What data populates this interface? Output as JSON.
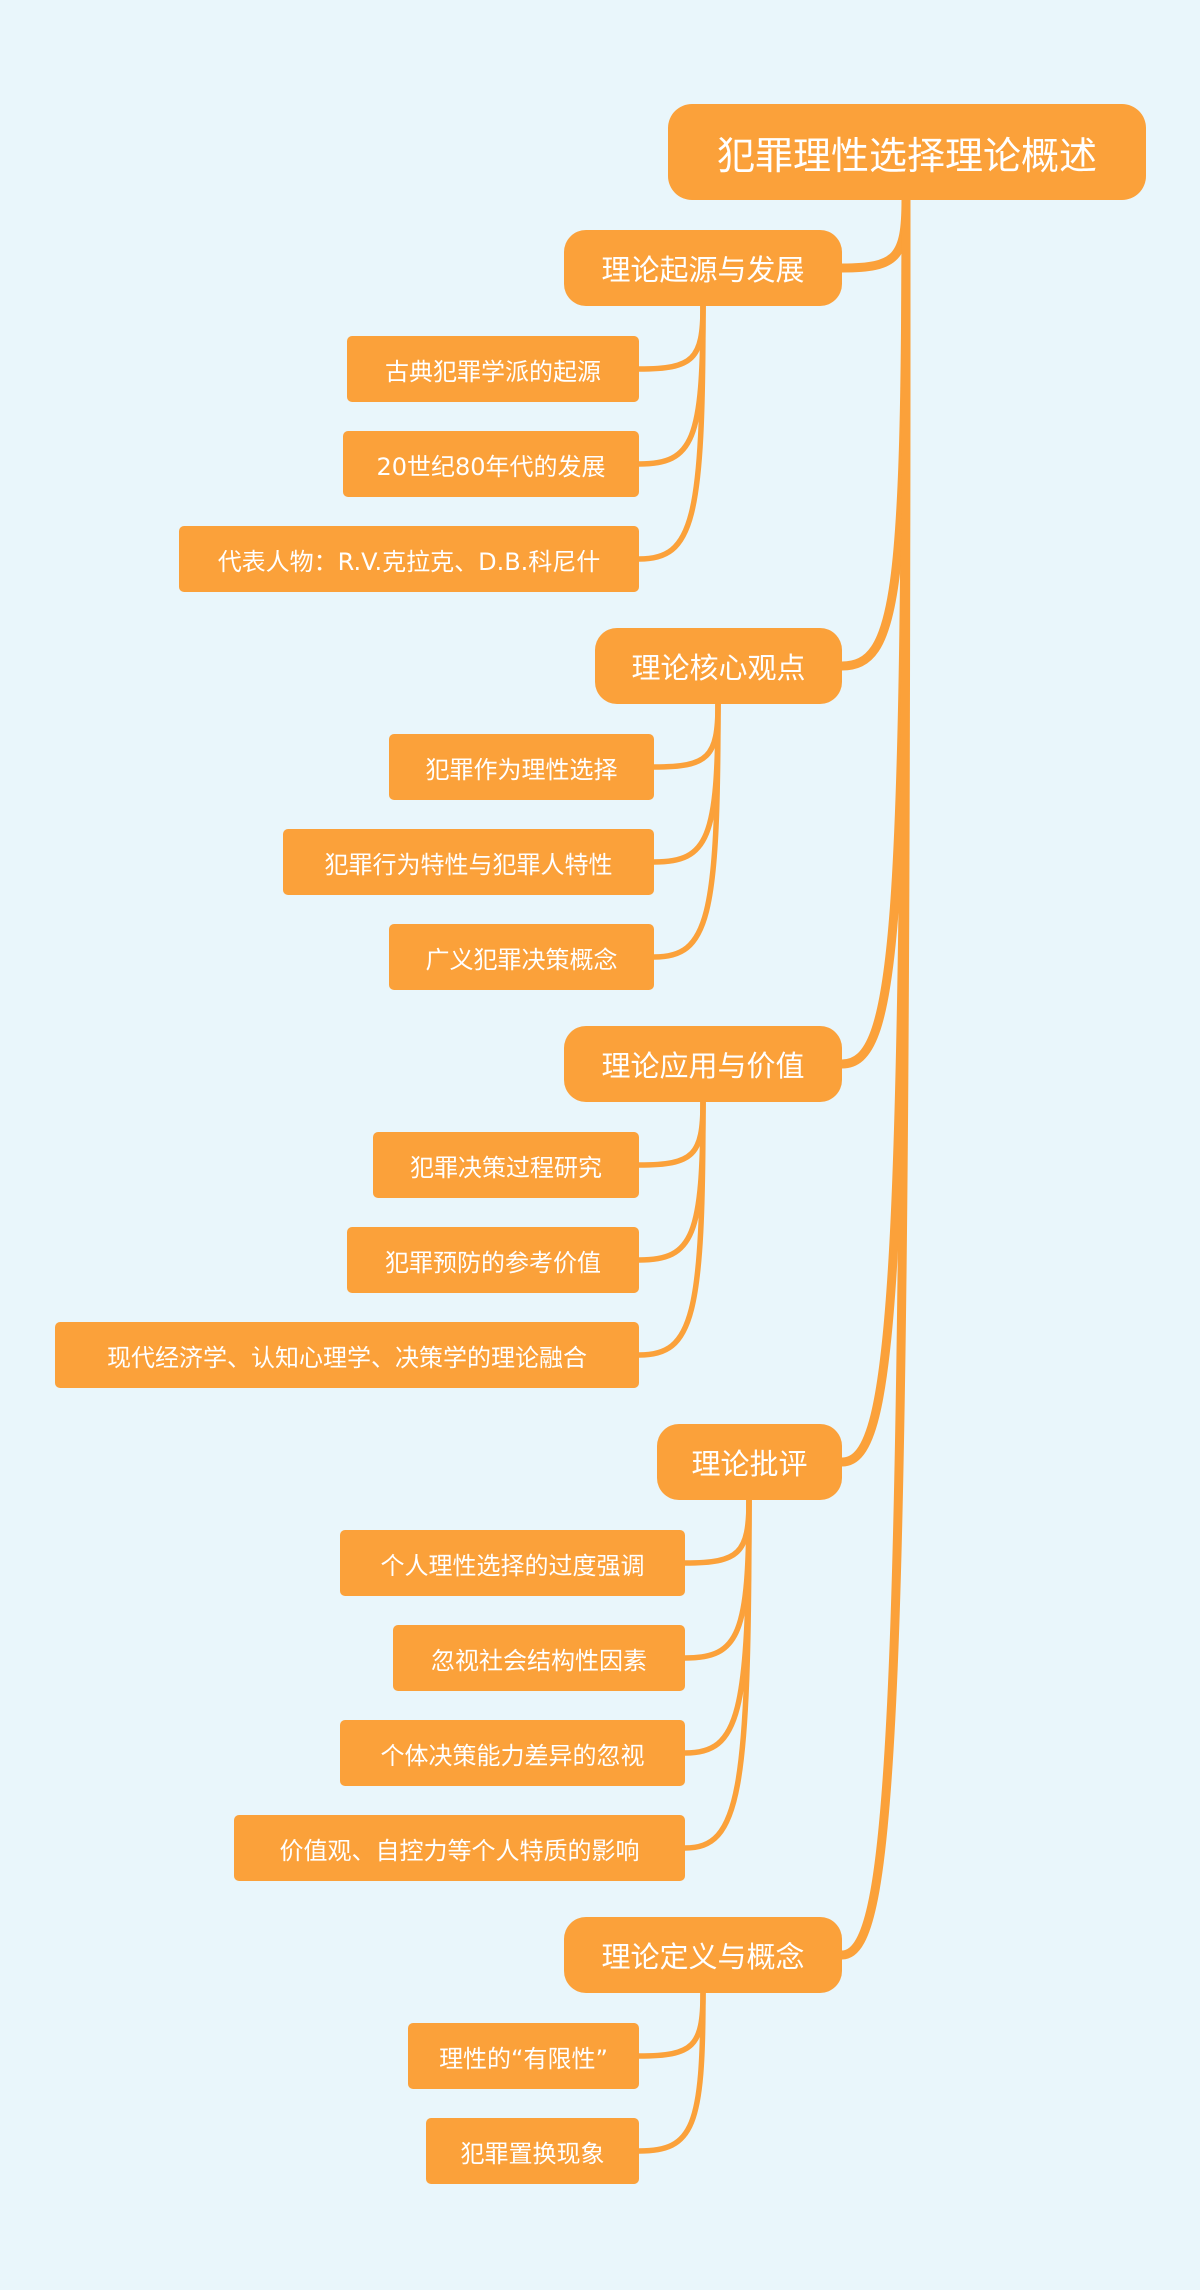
{
  "root": "犯罪理性选择理论概述",
  "branches": [
    {
      "label": "理论起源与发展",
      "children": [
        "古典犯罪学派的起源",
        "20世纪80年代的发展",
        "代表人物：R.V.克拉克、D.B.科尼什"
      ]
    },
    {
      "label": "理论核心观点",
      "children": [
        "犯罪作为理性选择",
        "犯罪行为特性与犯罪人特性",
        "广义犯罪决策概念"
      ]
    },
    {
      "label": "理论应用与价值",
      "children": [
        "犯罪决策过程研究",
        "犯罪预防的参考价值",
        "现代经济学、认知心理学、决策学的理论融合"
      ]
    },
    {
      "label": "理论批评",
      "children": [
        "个人理性选择的过度强调",
        "忽视社会结构性因素",
        "个体决策能力差异的忽视",
        "价值观、自控力等个人特质的影响"
      ]
    },
    {
      "label": "理论定义与概念",
      "children": [
        "理性的“有限性”",
        "犯罪置换现象"
      ]
    }
  ],
  "colors": {
    "background": "#E9F6FB",
    "node": "#FBA13A",
    "text": "#FFFFFF"
  }
}
